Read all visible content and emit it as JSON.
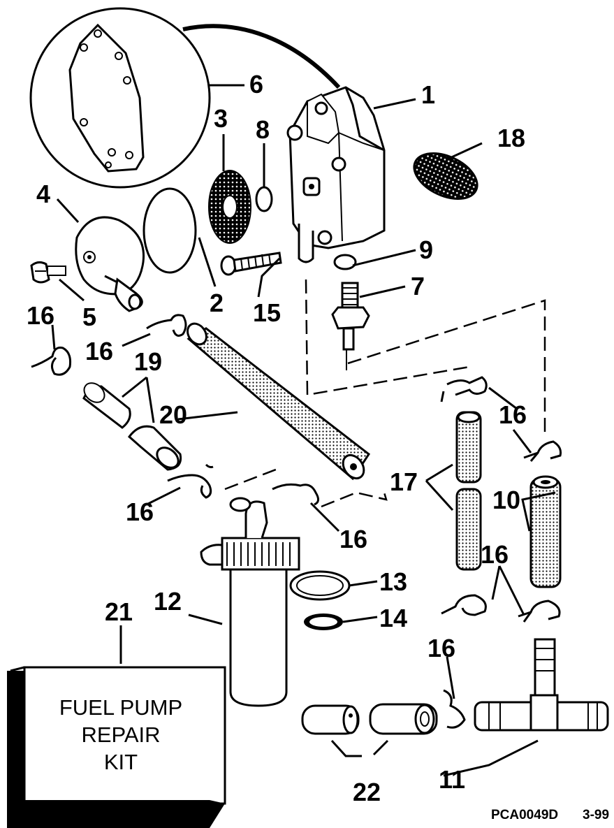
{
  "callouts": {
    "c1": "1",
    "c2": "2",
    "c3": "3",
    "c4": "4",
    "c5": "5",
    "c6": "6",
    "c7": "7",
    "c8": "8",
    "c9": "9",
    "c10": "10",
    "c11": "11",
    "c12": "12",
    "c13": "13",
    "c14": "14",
    "c15": "15",
    "c16": "16",
    "c17": "17",
    "c18": "18",
    "c19": "19",
    "c20": "20",
    "c21": "21",
    "c22": "22"
  },
  "kit": {
    "line1": "FUEL PUMP",
    "line2": "REPAIR",
    "line3": "KIT"
  },
  "footer": {
    "code": "PCA0049D",
    "date": "3-99"
  },
  "colors": {
    "ink": "#000000",
    "paper": "#ffffff"
  }
}
